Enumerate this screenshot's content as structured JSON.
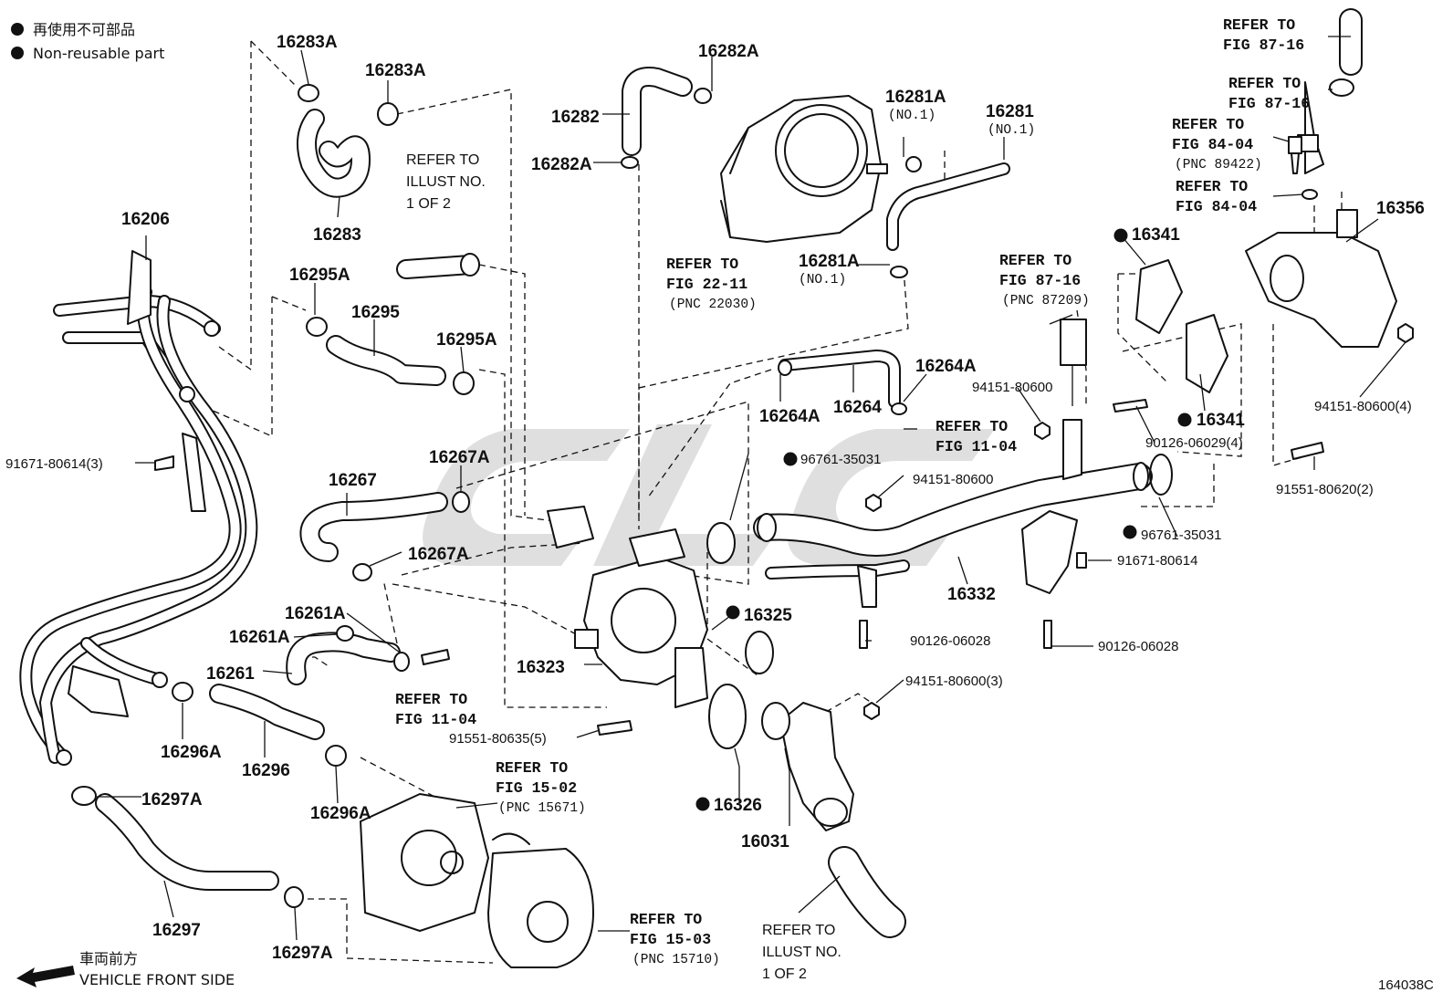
{
  "legend": {
    "line_jp": "再使用不可部品",
    "line_en": "Non-reusable part"
  },
  "front_note": {
    "line_jp": "車両前方",
    "line_en": "VEHICLE FRONT SIDE"
  },
  "diagram_code": "164038C",
  "watermark": "CLC",
  "part_labels": {
    "p16283A_top": "16283A",
    "p16283A_right": "16283A",
    "p16283": "16283",
    "p16282A_top": "16282A",
    "p16282": "16282",
    "p16282A_left": "16282A",
    "p16281A_top": "16281A",
    "p16281A_top_note": "(NO.1)",
    "p16281": "16281",
    "p16281_note": "(NO.1)",
    "p16281A_bottom": "16281A",
    "p16281A_bottom_note": "(NO.1)",
    "p16206": "16206",
    "p16295A_left": "16295A",
    "p16295": "16295",
    "p16295A_right": "16295A",
    "p16264A_right": "16264A",
    "p16264": "16264",
    "p16264A_left": "16264A",
    "p16341_top": "16341",
    "p16356": "16356",
    "p16341_bottom": "16341",
    "p91671_80614_3": "91671-80614(3)",
    "p16267A_top": "16267A",
    "p16267": "16267",
    "p16267A_bottom": "16267A",
    "p96761_35031_left": "96761-35031",
    "p94151_80600_mid": "94151-80600",
    "p94151_80600_top": "94151-80600",
    "p94151_80600_4": "94151-80600(4)",
    "p90126_06029_4": "90126-06029(4)",
    "p91551_80620_2": "91551-80620(2)",
    "p96761_35031_right": "96761-35031",
    "p91671_80614": "91671-80614",
    "p16332": "16332",
    "p16261A_top": "16261A",
    "p16261A_left": "16261A",
    "p16261": "16261",
    "p16325": "16325",
    "p16323": "16323",
    "p90126_06028_left": "90126-06028",
    "p90126_06028_right": "90126-06028",
    "p94151_80600_3": "94151-80600(3)",
    "p91551_80635_5": "91551-80635(5)",
    "p16296A_left": "16296A",
    "p16296": "16296",
    "p16296A_bottom": "16296A",
    "p16297A_top": "16297A",
    "p16326": "16326",
    "p16031": "16031",
    "p16297": "16297",
    "p16297A_bottom": "16297A"
  },
  "references": {
    "illust_top": [
      "REFER TO",
      "ILLUST NO.",
      "1 OF 2"
    ],
    "illust_bottom": [
      "REFER TO",
      "ILLUST NO.",
      "1 OF 2"
    ],
    "fig_22_11": [
      "REFER TO",
      "FIG 22-11",
      "(PNC 22030)"
    ],
    "fig_87_16_top": [
      "REFER TO",
      "FIG 87-16"
    ],
    "fig_87_16_second": [
      "REFER TO",
      "FIG 87-16"
    ],
    "fig_84_04_sensor": [
      "REFER TO",
      "FIG 84-04",
      "(PNC 89422)"
    ],
    "fig_84_04_gasket": [
      "REFER TO",
      "FIG 84-04"
    ],
    "fig_87_16_mid": [
      "REFER TO",
      "FIG 87-16",
      "(PNC 87209)"
    ],
    "fig_11_04_upper": [
      "REFER TO",
      "FIG 11-04"
    ],
    "fig_11_04_lower": [
      "REFER TO",
      "FIG 11-04"
    ],
    "fig_15_02": [
      "REFER TO",
      "FIG 15-02",
      "(PNC 15671)"
    ],
    "fig_15_03": [
      "REFER TO",
      "FIG 15-03",
      "(PNC 15710)"
    ]
  }
}
